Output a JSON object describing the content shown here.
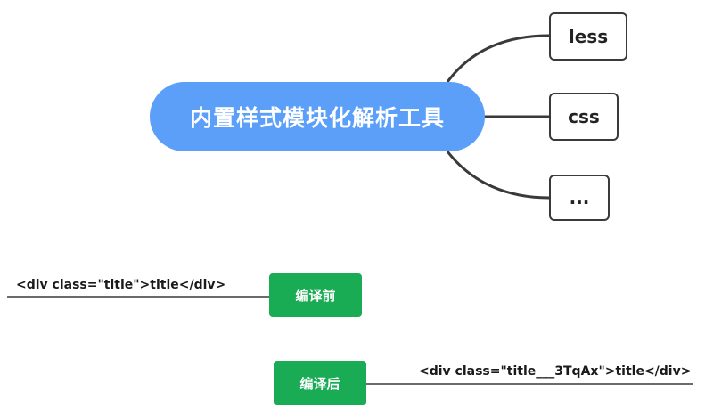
{
  "root": {
    "label": "内置样式模块化解析工具"
  },
  "children": [
    {
      "label": "less"
    },
    {
      "label": "css"
    },
    {
      "label": "..."
    }
  ],
  "compile_before": {
    "tag": "编译前",
    "code": "<div class=\"title\">title</div>"
  },
  "compile_after": {
    "tag": "编译后",
    "code": "<div class=\"title___3TqAx\">title</div>"
  },
  "colors": {
    "root_fill": "#5b9ff9",
    "tag_fill": "#1aab55",
    "line": "#3a3a3a"
  }
}
